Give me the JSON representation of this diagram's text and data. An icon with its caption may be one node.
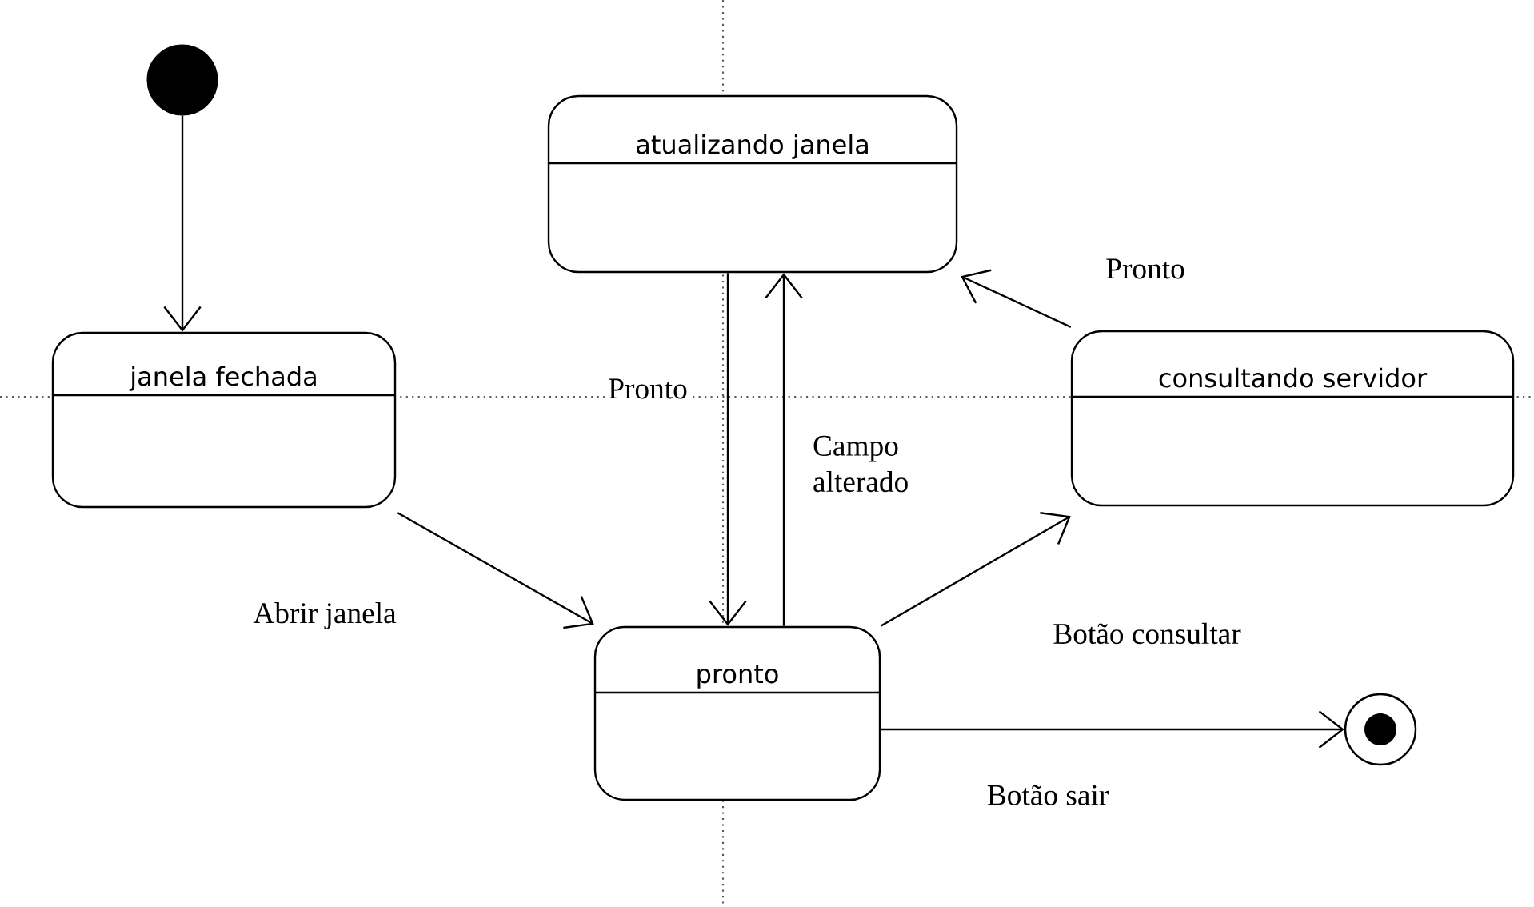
{
  "diagram": {
    "nodes": [
      {
        "text": [],
        "shape": "circle"
      },
      {
        "text": [
          "janela fechada"
        ]
      },
      {
        "text": [
          "atualizando janela"
        ]
      },
      {
        "text": [
          "consultando servidor"
        ]
      },
      {
        "text": [
          "pronto"
        ]
      },
      {
        "text": [],
        "shape": "circle"
      }
    ],
    "edges": [
      {
        "from": 0,
        "to": 1,
        "arrow": "to"
      },
      {
        "from": 1,
        "to": 4,
        "arrow": "to",
        "label": "Abrir janela"
      },
      {
        "from": 2,
        "to": 4,
        "arrow": "to",
        "label": "Pronto"
      },
      {
        "from": 4,
        "to": 2,
        "arrow": "to",
        "label": "Campo alterado"
      },
      {
        "from": 4,
        "to": 3,
        "arrow": "to",
        "label": "Botão consultar"
      },
      {
        "from": 3,
        "to": 2,
        "arrow": "to",
        "label": "Pronto"
      },
      {
        "from": 4,
        "to": 5,
        "arrow": "to",
        "label": "Botão sair"
      }
    ]
  }
}
